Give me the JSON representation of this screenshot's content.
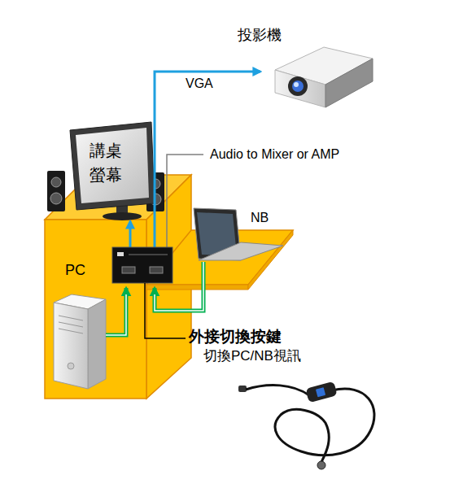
{
  "diagram": {
    "nodes": [
      {
        "text": [
          "投影機"
        ]
      },
      {
        "text": [
          "講桌 螢幕"
        ]
      },
      {
        "text": [
          "PC"
        ]
      },
      {
        "text": [
          "NB"
        ]
      }
    ],
    "labels": [
      "VGA",
      "Audio to Mixer or AMP",
      "外接切換按鍵",
      "切換PC/NB視訊"
    ]
  }
}
